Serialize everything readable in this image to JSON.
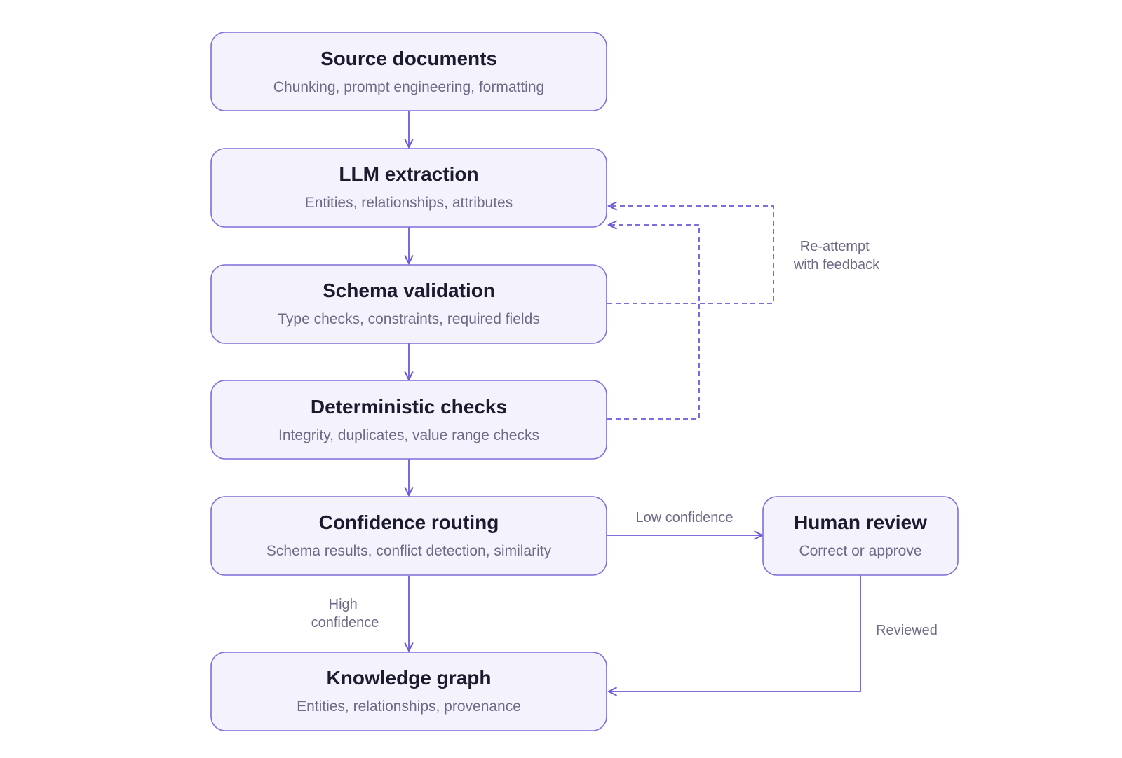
{
  "colors": {
    "box_fill": "#f4f3fd",
    "box_stroke": "#7b6fdc",
    "edge": "#6a5ad8",
    "title_text": "#1c1b2e",
    "subtitle_text": "#6d6a86"
  },
  "nodes": {
    "source_documents": {
      "title": "Source documents",
      "subtitle": "Chunking, prompt engineering, formatting"
    },
    "llm_extraction": {
      "title": "LLM extraction",
      "subtitle": "Entities, relationships, attributes"
    },
    "schema_validation": {
      "title": "Schema validation",
      "subtitle": "Type checks, constraints, required fields"
    },
    "deterministic_checks": {
      "title": "Deterministic checks",
      "subtitle": "Integrity, duplicates, value range checks"
    },
    "confidence_routing": {
      "title": "Confidence routing",
      "subtitle": "Schema results, conflict detection, similarity"
    },
    "human_review": {
      "title": "Human review",
      "subtitle": "Correct or approve"
    },
    "knowledge_graph": {
      "title": "Knowledge graph",
      "subtitle": "Entities, relationships, provenance"
    }
  },
  "edges": {
    "reattempt_label": [
      "Re-attempt",
      "with feedback"
    ],
    "low_confidence_label": "Low confidence",
    "high_confidence_label": [
      "High",
      "confidence"
    ],
    "reviewed_label": "Reviewed"
  }
}
